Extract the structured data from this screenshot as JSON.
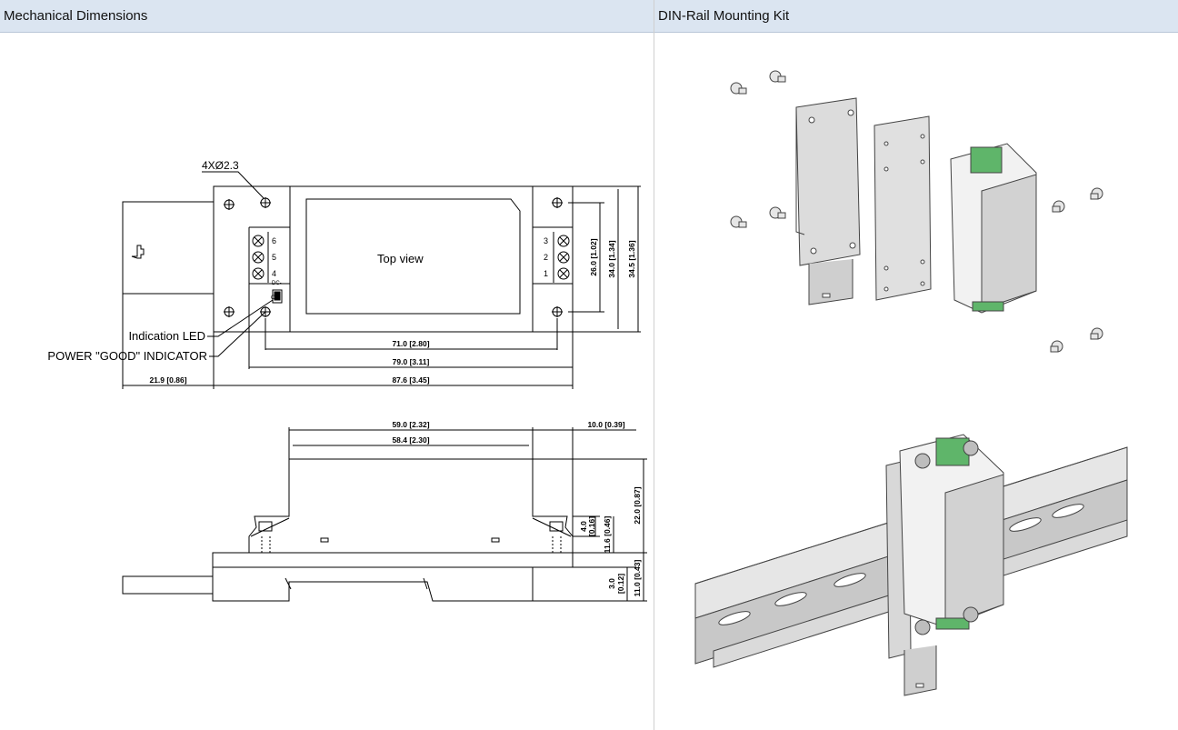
{
  "headers": {
    "left": "Mechanical Dimensions",
    "right": "DIN-Rail Mounting Kit"
  },
  "top_view": {
    "title": "Top view",
    "hole_callout": "4XØ2.3",
    "led_label": "Indication LED",
    "power_label": "POWER \"GOOD\" INDICATOR",
    "switch_label": "DC-\nON",
    "terminals_left": [
      "6",
      "5",
      "4"
    ],
    "terminals_right": [
      "3",
      "2",
      "1"
    ],
    "dims": {
      "d71": "71.0 [2.80]",
      "d79": "79.0 [3.11]",
      "d87": "87.6 [3.45]",
      "d21": "21.9 [0.86]",
      "v26": "26.0 [1.02]",
      "v34": "34.0 [1.34]",
      "v345": "34.5 [1.36]"
    }
  },
  "side_view": {
    "dims": {
      "d59": "59.0 [2.32]",
      "d58": "58.4 [2.30]",
      "d10": "10.0 [0.39]",
      "v40a": "4.0",
      "v40b": "[0.16]",
      "v116": "11.6 [0.46]",
      "v22": "22.0 [0.87]",
      "v110": "11.0 [0.43]",
      "v30a": "3.0",
      "v30b": "[0.12]"
    }
  },
  "colors": {
    "header_bg": "#dbe5f1",
    "part_gray": "#d6d6d6",
    "connector_green": "#5fb56a"
  }
}
